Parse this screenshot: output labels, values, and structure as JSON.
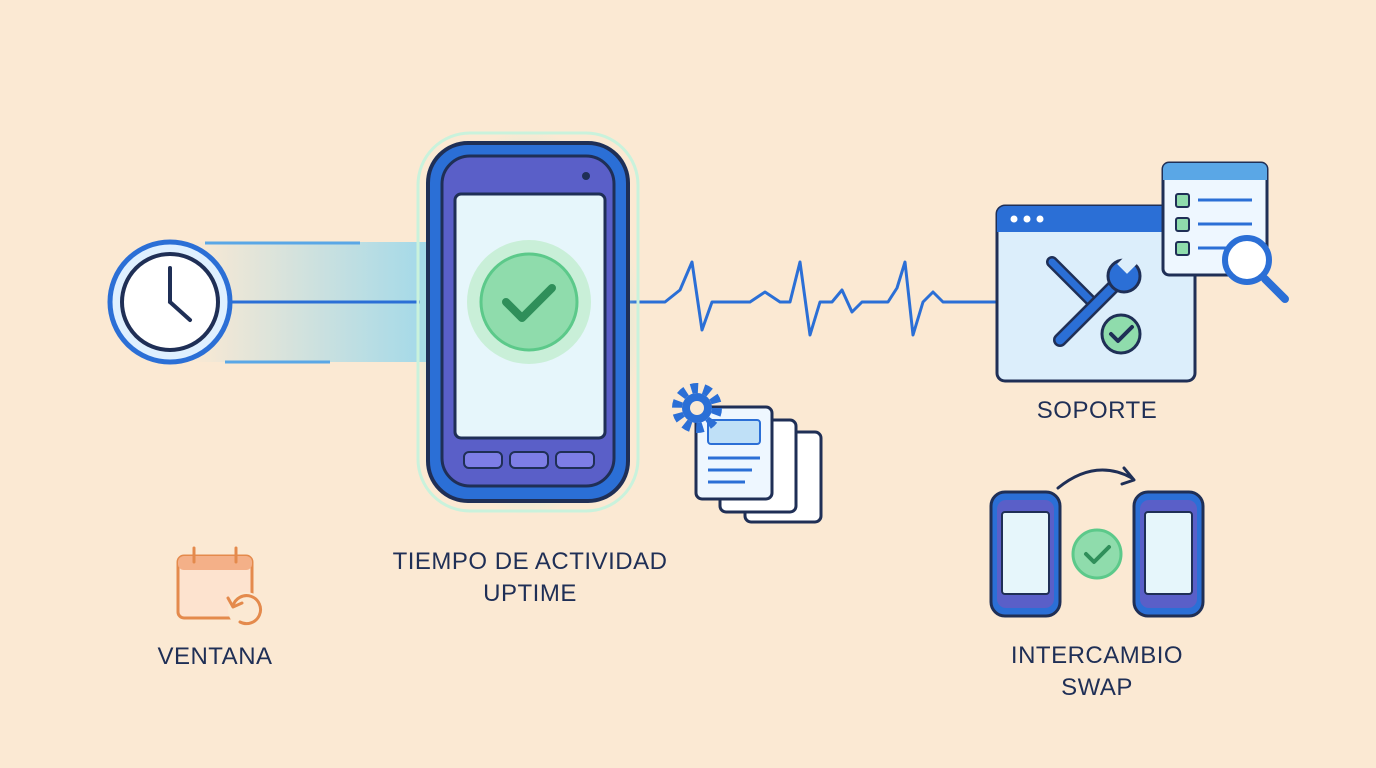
{
  "labels": {
    "uptime_line1": "TIEMPO DE ACTIVIDAD",
    "uptime_line2": "UPTIME",
    "support": "SOPORTE",
    "window": "VENTANA",
    "swap_line1": "INTERCAMBIO",
    "swap_line2": "SWAP"
  },
  "colors": {
    "background": "#fbe9d3",
    "primary_blue": "#2b6fd6",
    "dark_navy": "#1f2f56",
    "device_purple": "#5a5fc8",
    "success_green": "#5cc98a",
    "calendar_orange": "#e48a4c"
  },
  "icons": [
    "clock-icon",
    "rugged-phone-icon",
    "check-icon",
    "heartbeat-line",
    "gear-icon",
    "documents-icon",
    "support-window-icon",
    "wrench-screwdriver-icon",
    "checklist-icon",
    "magnifier-icon",
    "calendar-refresh-icon",
    "swap-phones-icon",
    "arrow-icon"
  ]
}
